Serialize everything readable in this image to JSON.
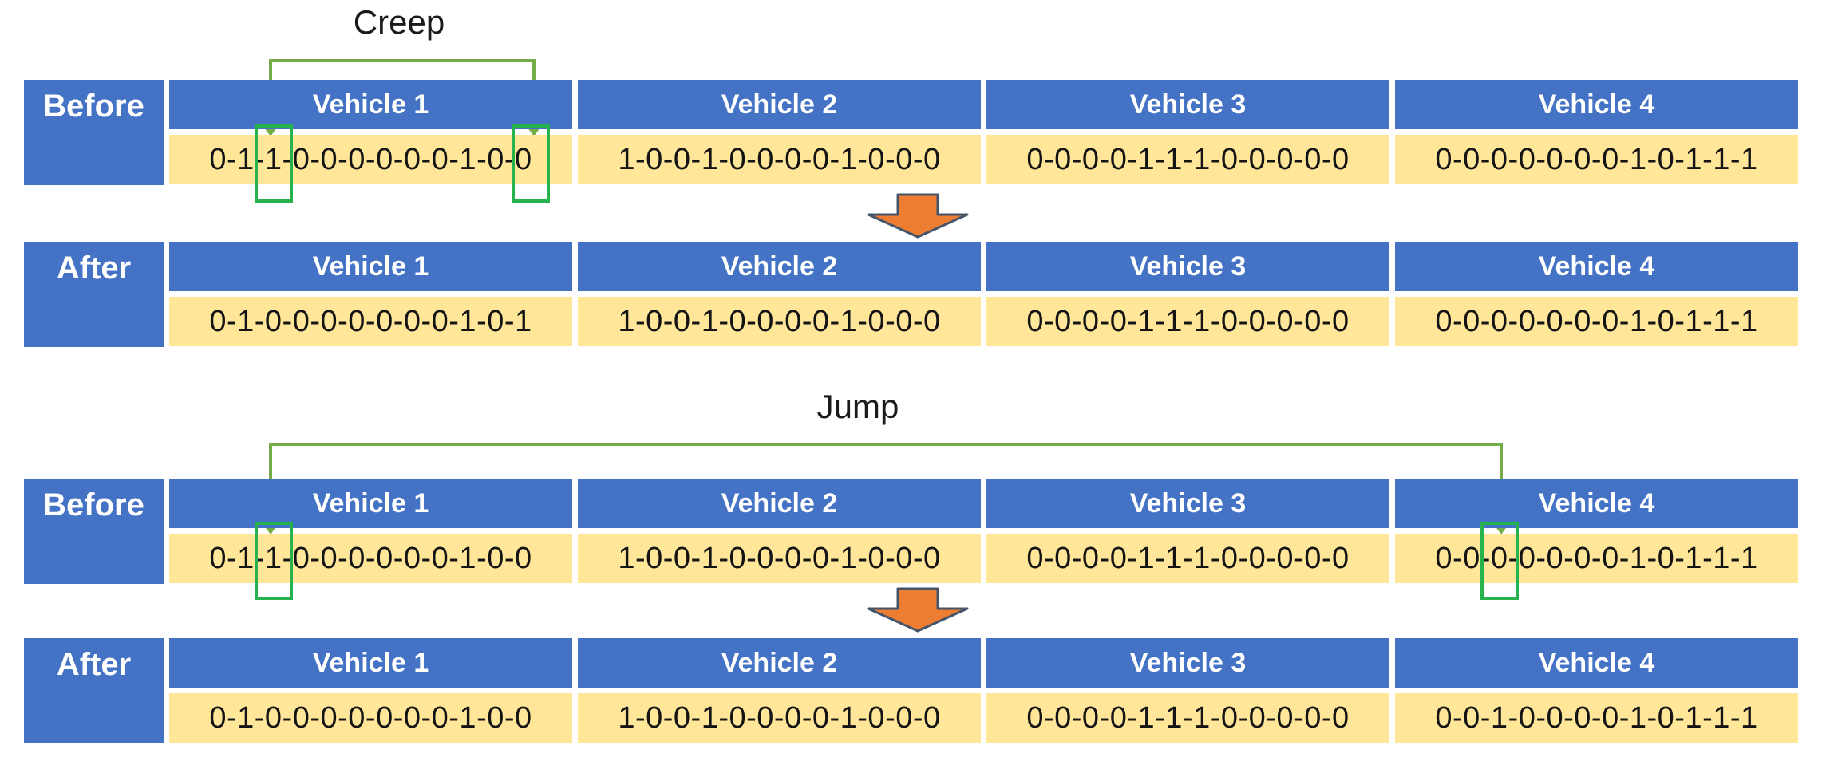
{
  "vehicle_headers": [
    "Vehicle 1",
    "Vehicle 2",
    "Vehicle 3",
    "Vehicle 4"
  ],
  "sections": {
    "creep": {
      "label": "Creep",
      "before": {
        "row_label": "Before",
        "sequences": [
          "0-1-1-0-0-0-0-0-0-1-0-0",
          "1-0-0-1-0-0-0-0-1-0-0-0",
          "0-0-0-0-1-1-1-0-0-0-0-0",
          "0-0-0-0-0-0-0-1-0-1-1-1"
        ]
      },
      "after": {
        "row_label": "After",
        "sequences": [
          "0-1-0-0-0-0-0-0-0-1-0-1",
          "1-0-0-1-0-0-0-0-1-0-0-0",
          "0-0-0-0-1-1-1-0-0-0-0-0",
          "0-0-0-0-0-0-0-1-0-1-1-1"
        ]
      }
    },
    "jump": {
      "label": "Jump",
      "before": {
        "row_label": "Before",
        "sequences": [
          "0-1-1-0-0-0-0-0-0-1-0-0",
          "1-0-0-1-0-0-0-0-1-0-0-0",
          "0-0-0-0-1-1-1-0-0-0-0-0",
          "0-0-0-0-0-0-0-1-0-1-1-1"
        ]
      },
      "after": {
        "row_label": "After",
        "sequences": [
          "0-1-0-0-0-0-0-0-0-1-0-0",
          "1-0-0-1-0-0-0-0-1-0-0-0",
          "0-0-0-0-1-1-1-0-0-0-0-0",
          "0-0-1-0-0-0-0-1-0-1-1-1"
        ]
      }
    }
  },
  "colors": {
    "header_blue": "#4472c4",
    "cell_tan": "#ffe699",
    "bracket_green": "#72ad48",
    "highlight_green": "#27b24d",
    "arrow_orange": "#ed7d31",
    "arrow_border": "#44546a"
  }
}
